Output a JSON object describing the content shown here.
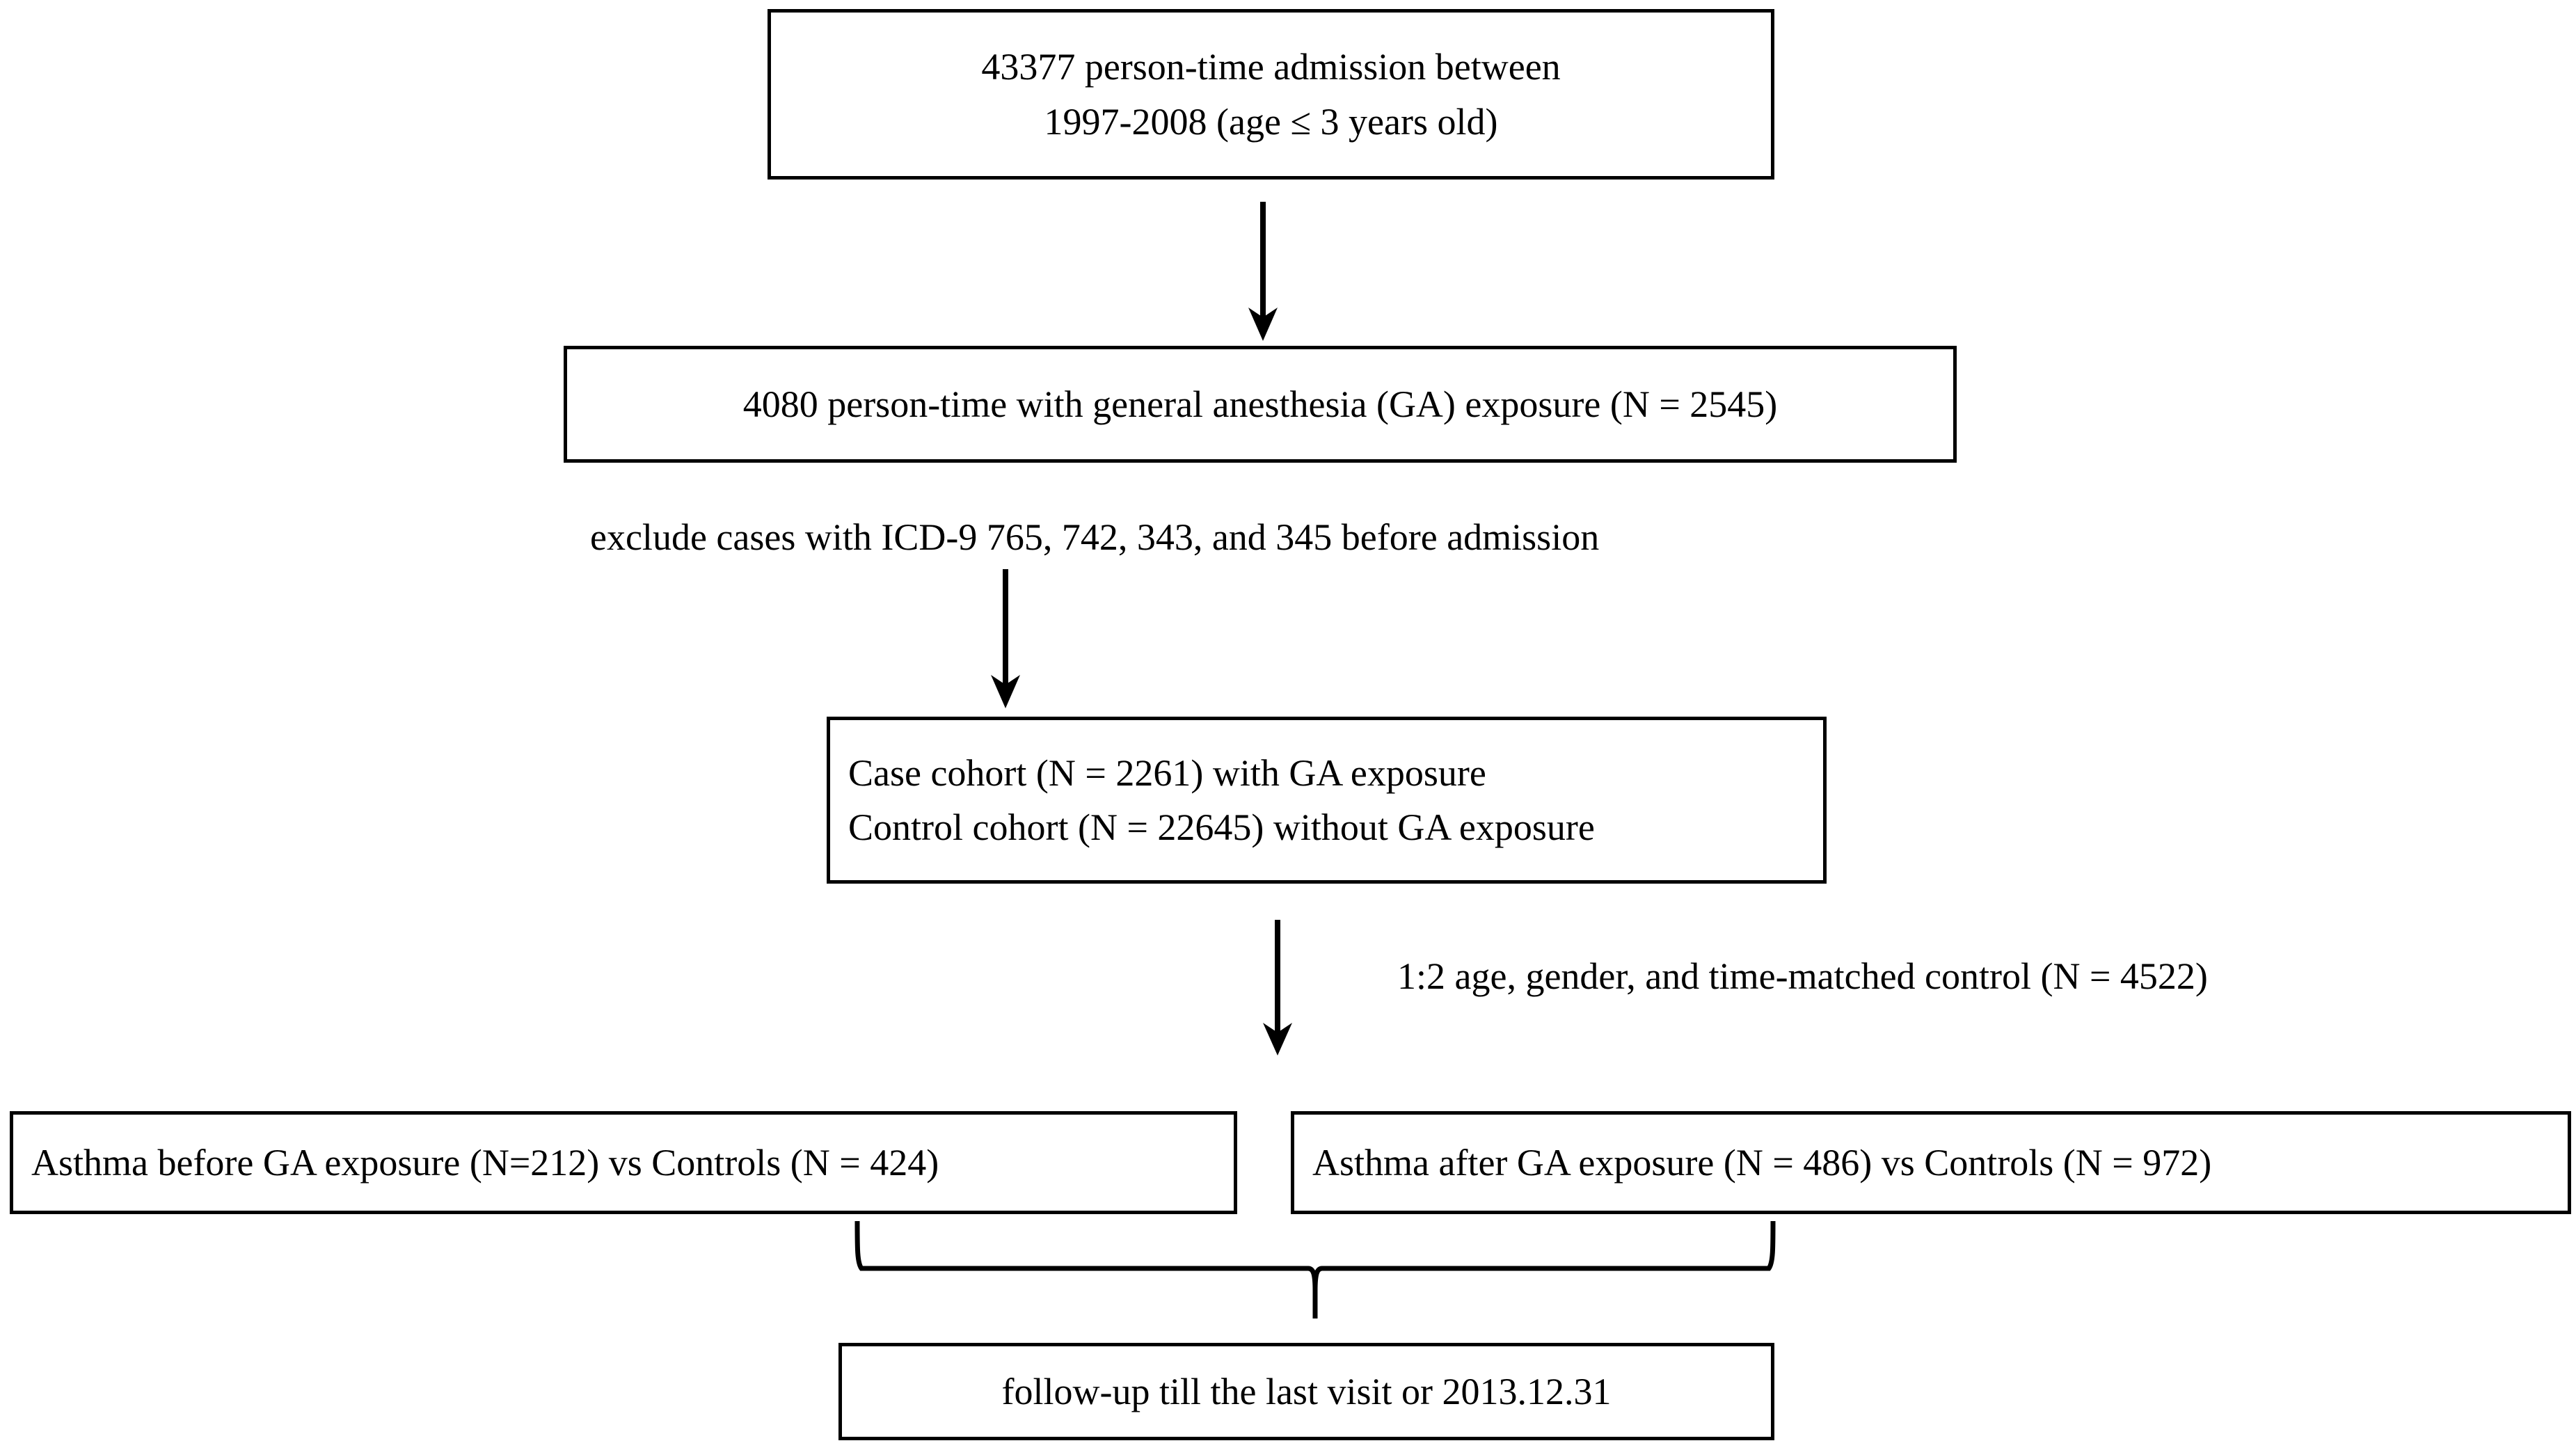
{
  "figure": {
    "type": "flowchart",
    "title": "Study cohort selection flow diagram",
    "background_color": "#ffffff",
    "line_color": "#000000",
    "text_color": "#000000"
  },
  "nodes": {
    "admissions": {
      "line1": "43377 person-time admission between",
      "line2": "1997-2008 (age ≤ 3 years old)"
    },
    "ga_exposure": {
      "line1": "4080 person-time with general anesthesia (GA) exposure (N = 2545)"
    },
    "cohorts": {
      "line1": "Case cohort (N = 2261) with GA exposure",
      "line2": "Control cohort (N = 22645) without GA exposure"
    },
    "asthma_before": {
      "line1": "Asthma before GA exposure (N=212) vs Controls (N = 424)"
    },
    "asthma_after": {
      "line1": "Asthma after GA exposure (N = 486) vs Controls (N = 972)"
    },
    "followup": {
      "line1": "follow-up till the last visit or 2013.12.31"
    }
  },
  "annotations": {
    "exclusion": "exclude cases with ICD-9 765, 742, 343, and 345 before admission",
    "matching": "1:2 age, gender, and time-matched control (N = 4522)"
  },
  "connectors": [
    {
      "name": "arrow-admissions-to-ga",
      "kind": "arrow-down"
    },
    {
      "name": "arrow-ga-to-cohorts",
      "kind": "arrow-down"
    },
    {
      "name": "arrow-cohorts-to-asthma",
      "kind": "arrow-down"
    },
    {
      "name": "brace-asthma-to-followup",
      "kind": "curly-brace-down"
    }
  ]
}
